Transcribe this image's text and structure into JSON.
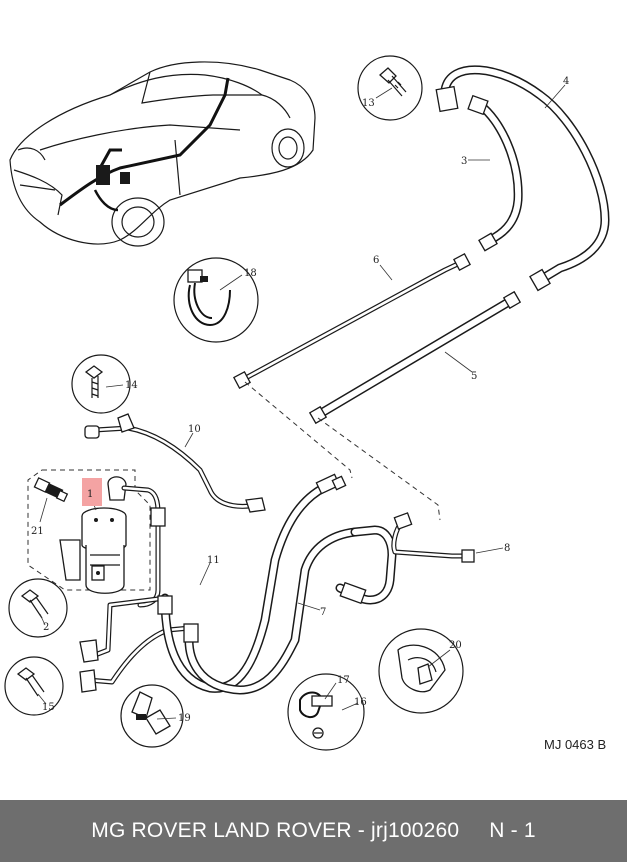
{
  "callouts": [
    {
      "id": "c1",
      "label": "1"
    },
    {
      "id": "c2",
      "label": "2"
    },
    {
      "id": "c3",
      "label": "3"
    },
    {
      "id": "c4",
      "label": "4"
    },
    {
      "id": "c5",
      "label": "5"
    },
    {
      "id": "c6",
      "label": "6"
    },
    {
      "id": "c7",
      "label": "7"
    },
    {
      "id": "c8",
      "label": "8"
    },
    {
      "id": "c10",
      "label": "10"
    },
    {
      "id": "c11",
      "label": "11"
    },
    {
      "id": "c13",
      "label": "13"
    },
    {
      "id": "c14",
      "label": "14"
    },
    {
      "id": "c15",
      "label": "15"
    },
    {
      "id": "c16",
      "label": "16"
    },
    {
      "id": "c17",
      "label": "17"
    },
    {
      "id": "c18",
      "label": "18"
    },
    {
      "id": "c19",
      "label": "19"
    },
    {
      "id": "c20",
      "label": "20"
    },
    {
      "id": "c21",
      "label": "21"
    }
  ],
  "highlight": {
    "label": "1",
    "color": "#f4a3a3"
  },
  "diagram_ref": "MJ 0463 B",
  "footer": {
    "brand": "MG ROVER LAND ROVER - jrj100260",
    "page": "N - 1",
    "background": "#6e6e6e"
  }
}
